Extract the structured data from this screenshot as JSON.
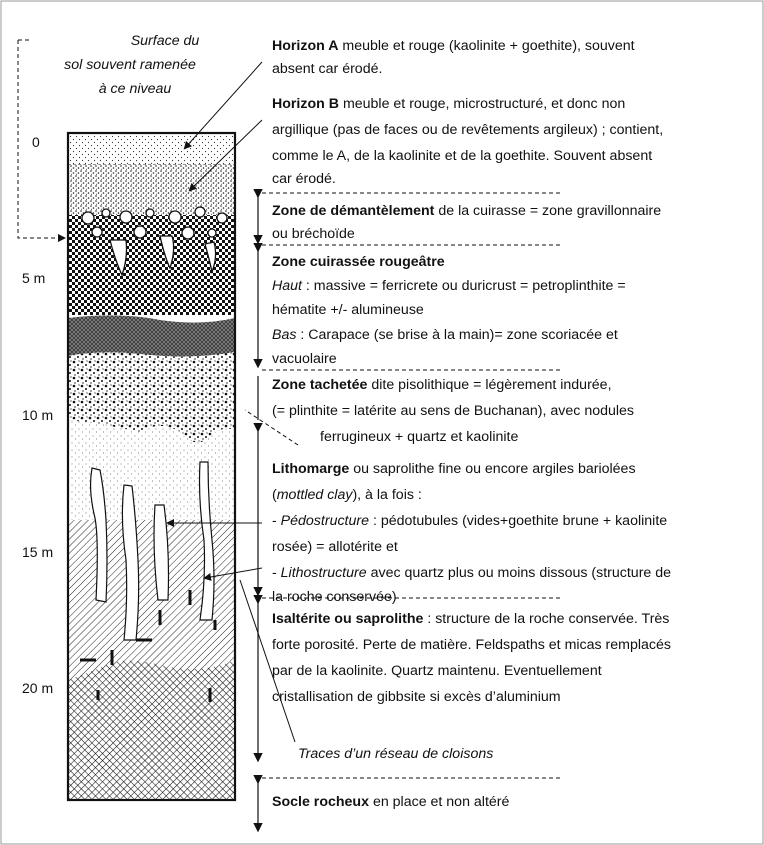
{
  "surface_label": [
    "Surface du",
    "sol souvent ramenée",
    "à ce niveau"
  ],
  "depths": [
    "0",
    "5 m",
    "10 m",
    "15 m",
    "20 m"
  ],
  "horizon_a": {
    "title": "Horizon A",
    "line1": " meuble et rouge (kaolinite + goethite), souvent",
    "line2": "absent car érodé."
  },
  "horizon_b": {
    "title": "Horizon B",
    "line1": " meuble et rouge, microstructuré, et donc non",
    "line2": "argillique (pas de faces ou de revêtements argileux) ; contient,",
    "line3": "comme le A, de la kaolinite et de la goethite. Souvent absent",
    "line4": "car érodé."
  },
  "demantelement": {
    "title": "Zone de démantèlement",
    "line1": " de la cuirasse  = zone gravillonnaire",
    "line2": "ou bréchoïde"
  },
  "cuirassee": {
    "title": "Zone cuirassée rougeâtre",
    "haut_label": "Haut",
    "haut_text": " : massive = ferricrete ou duricrust = petroplinthite =",
    "haut_line2": "hématite +/- alumineuse",
    "bas_label": "Bas",
    "bas_text": " : Carapace (se brise à la main)= zone scoriacée et",
    "bas_line2": "vacuolaire"
  },
  "tachetee": {
    "title": "Zone tachetée",
    "line1": " dite pisolithique = légèrement indurée,",
    "line2": "(= plinthite = latérite au sens de Buchanan), avec nodules",
    "line3": "ferrugineux + quartz et kaolinite"
  },
  "lithomarge": {
    "title": "Lithomarge",
    "line1": " ou saprolithe fine ou encore argiles bariolées",
    "line2_italic": "mottled clay",
    "line2_pre": "(",
    "line2_post": "), à la fois :",
    "pedo_pre": "- ",
    "pedo_label": "Pédostructure",
    "pedo_text": " : pédotubules (vides+goethite brune + kaolinite",
    "pedo_line2": "rosée) = allotérite  et",
    "litho_pre": "- ",
    "litho_label": "Lithostructure",
    "litho_text": " avec quartz plus ou moins dissous (structure de",
    "litho_line2": "la roche conservée)"
  },
  "isalterite": {
    "title": "Isaltérite ou saprolithe",
    "line1": " : structure de la roche conservée. Très",
    "line2": "forte porosité. Perte de matière. Feldspaths et micas remplacés",
    "line3": "par de la kaolinite. Quartz maintenu. Eventuellement",
    "line4": "cristallisation de gibbsite si excès d’aluminium"
  },
  "traces": "Traces d’un réseau de cloisons",
  "socle": {
    "title": "Socle rocheux",
    "line1": " en place et non altéré"
  }
}
